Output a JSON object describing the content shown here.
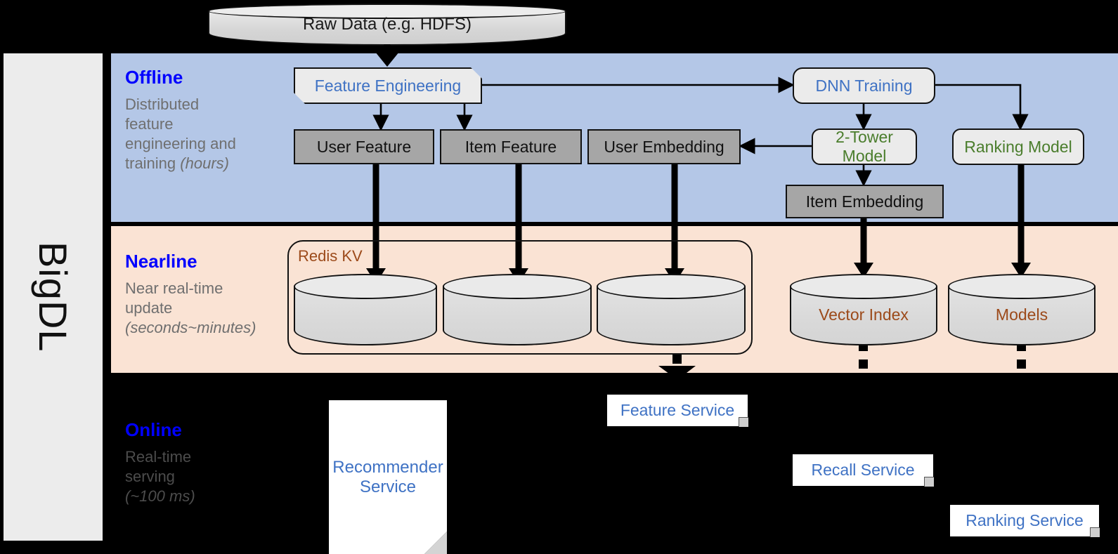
{
  "platform": {
    "name": "BigDL"
  },
  "source": {
    "label": "Raw Data (e.g. HDFS)"
  },
  "bands": {
    "offline": {
      "title": "Offline",
      "desc_line1": "Distributed",
      "desc_line2": "feature",
      "desc_line3": "engineering and",
      "desc_line4": "training ",
      "desc_italic": "(hours)"
    },
    "nearline": {
      "title": "Nearline",
      "desc_line1": "Near real-time",
      "desc_line2": "update",
      "desc_italic": "(seconds~minutes)"
    },
    "online": {
      "title": "Online",
      "desc_line1": "Real-time",
      "desc_line2": "serving",
      "desc_italic": "(~100 ms)"
    }
  },
  "offline_nodes": {
    "feature_engineering": "Feature Engineering",
    "dnn_training": "DNN Training",
    "user_feature": "User Feature",
    "item_feature": "Item Feature",
    "user_embedding": "User Embedding",
    "two_tower_model": "2-Tower Model",
    "ranking_model": "Ranking Model",
    "item_embedding": "Item Embedding"
  },
  "nearline_nodes": {
    "redis_kv": "Redis KV",
    "store_user_feature": "",
    "store_item_feature": "",
    "store_user_embedding": "",
    "vector_index": "Vector Index",
    "models": "Models"
  },
  "online_nodes": {
    "recommender_service": "Recommender Service",
    "feature_service": "Feature Service",
    "recall_service": "Recall Service",
    "ranking_service": "Ranking Service"
  },
  "colors": {
    "offline_band": "#b4c7e7",
    "nearline_band": "#fae3d4",
    "online_band": "#000000",
    "band_title": "#0000ff",
    "node_blue_text": "#3f72c4",
    "node_green_text": "#4a7d2c",
    "storage_text": "#9c4a1a",
    "gray_box": "#a6a6a6",
    "light_box": "#ebebeb",
    "sidebar": "#ececec"
  }
}
